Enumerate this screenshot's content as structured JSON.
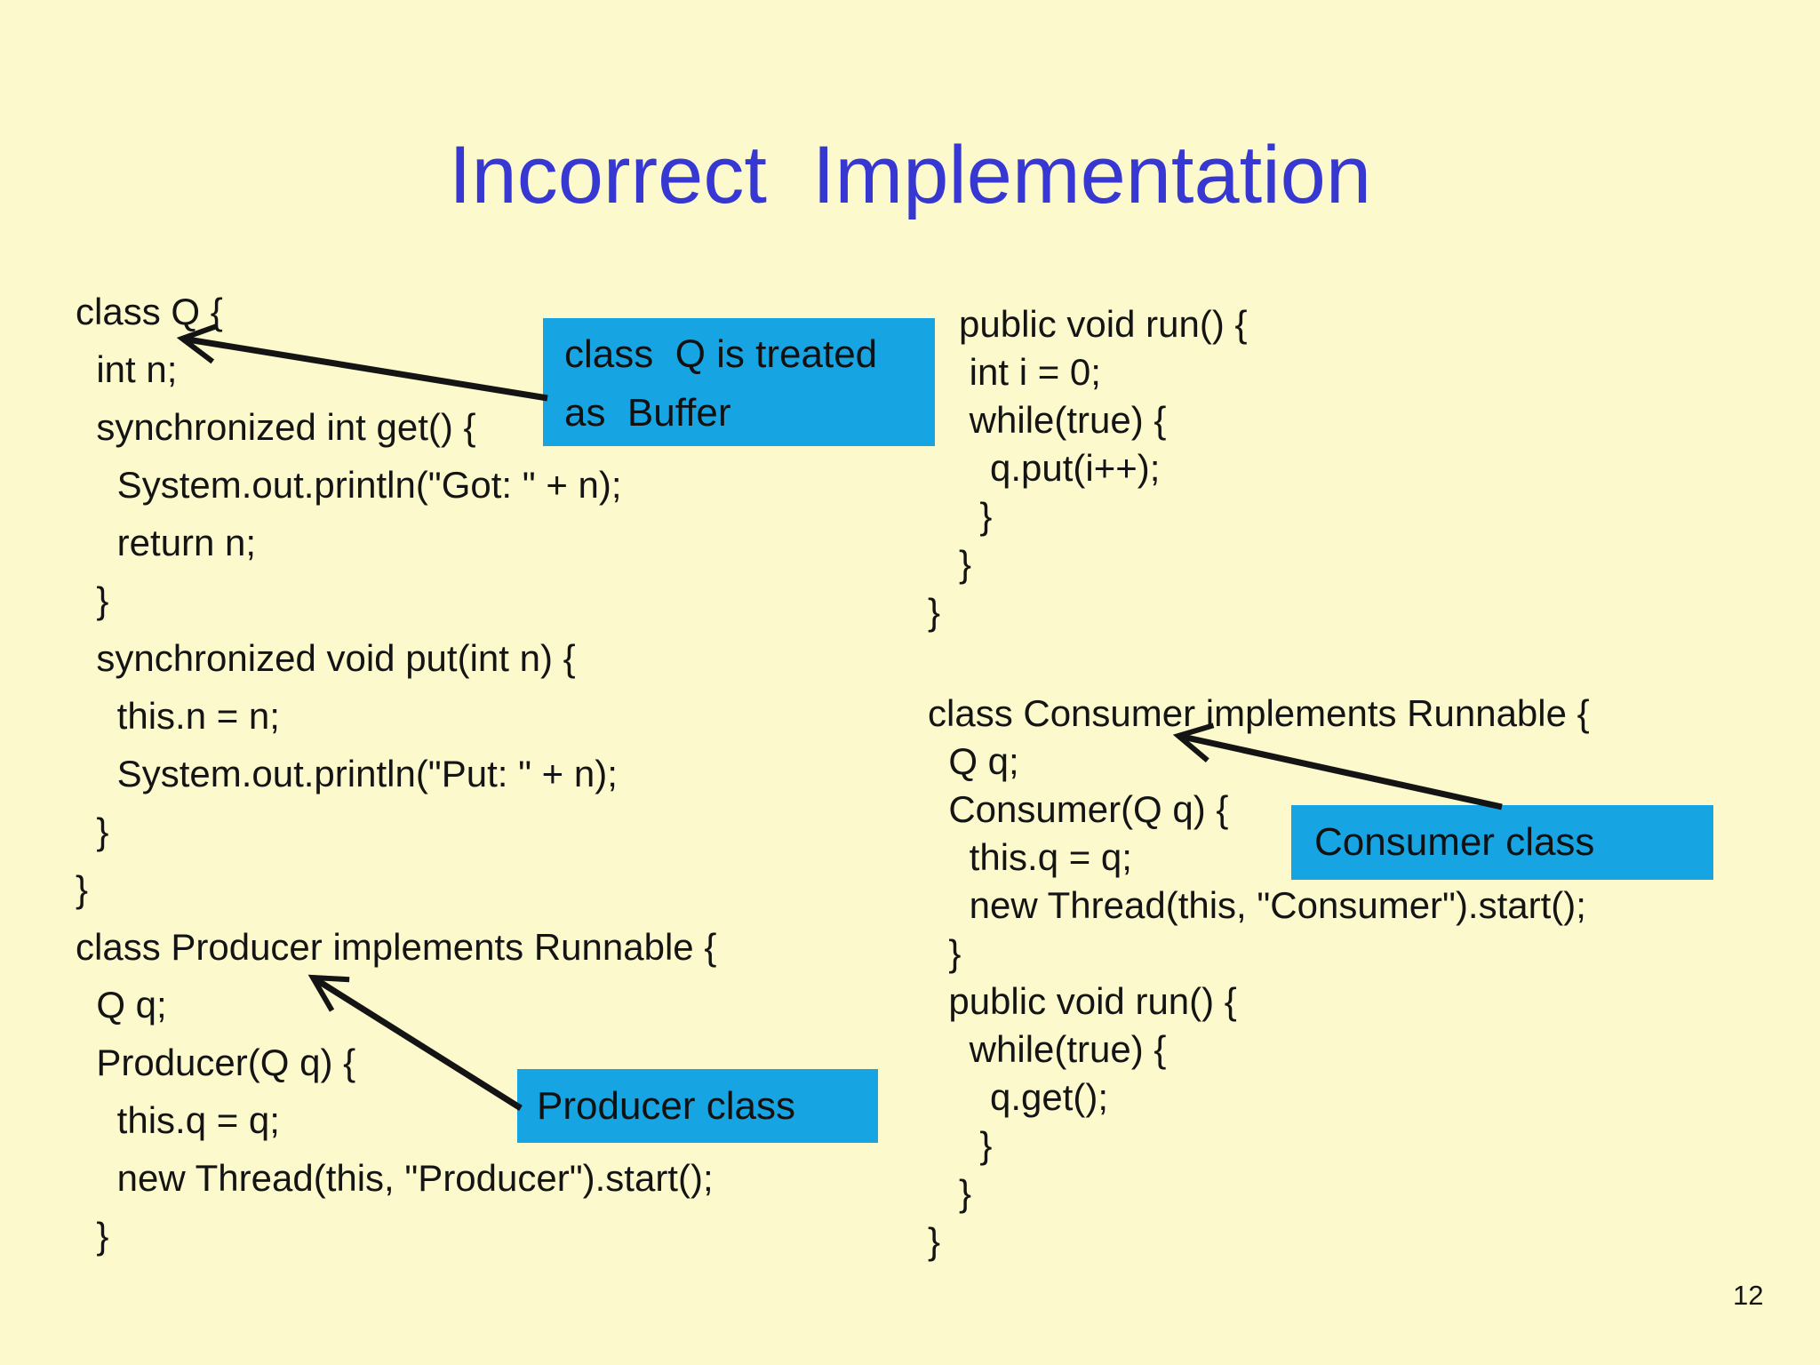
{
  "slide": {
    "title": "Incorrect  Implementation",
    "page_number": "12",
    "colors": {
      "background": "#fcfacc",
      "title_blue": "#3737d2",
      "callout_cyan": "#17a4e2",
      "text_black": "#141414"
    }
  },
  "code_left": {
    "lines": [
      "class Q {",
      "  int n;",
      "  synchronized int get() {",
      "    System.out.println(\"Got: \" + n);",
      "    return n;",
      "  }",
      "  synchronized void put(int n) {",
      "    this.n = n;",
      "    System.out.println(\"Put: \" + n);",
      "  }",
      "}",
      "class Producer implements Runnable {",
      "  Q q;",
      "  Producer(Q q) {",
      "    this.q = q;",
      "    new Thread(this, \"Producer\").start();",
      "  }"
    ]
  },
  "code_right_top": {
    "lines": [
      "   public void run() {",
      "    int i = 0;",
      "    while(true) {",
      "      q.put(i++);",
      "     }",
      "   }",
      "}"
    ]
  },
  "code_right_bottom": {
    "lines": [
      "class Consumer implements Runnable {",
      "  Q q;",
      "  Consumer(Q q) {",
      "    this.q = q;",
      "    new Thread(this, \"Consumer\").start();",
      "  }",
      "  public void run() {",
      "    while(true) {",
      "      q.get();",
      "     }",
      "   }",
      "}"
    ]
  },
  "callouts": {
    "buffer": {
      "lines": [
        "class  Q is treated",
        "as  Buffer"
      ]
    },
    "producer": {
      "text": "Producer class"
    },
    "consumer": {
      "text": "Consumer class"
    }
  }
}
